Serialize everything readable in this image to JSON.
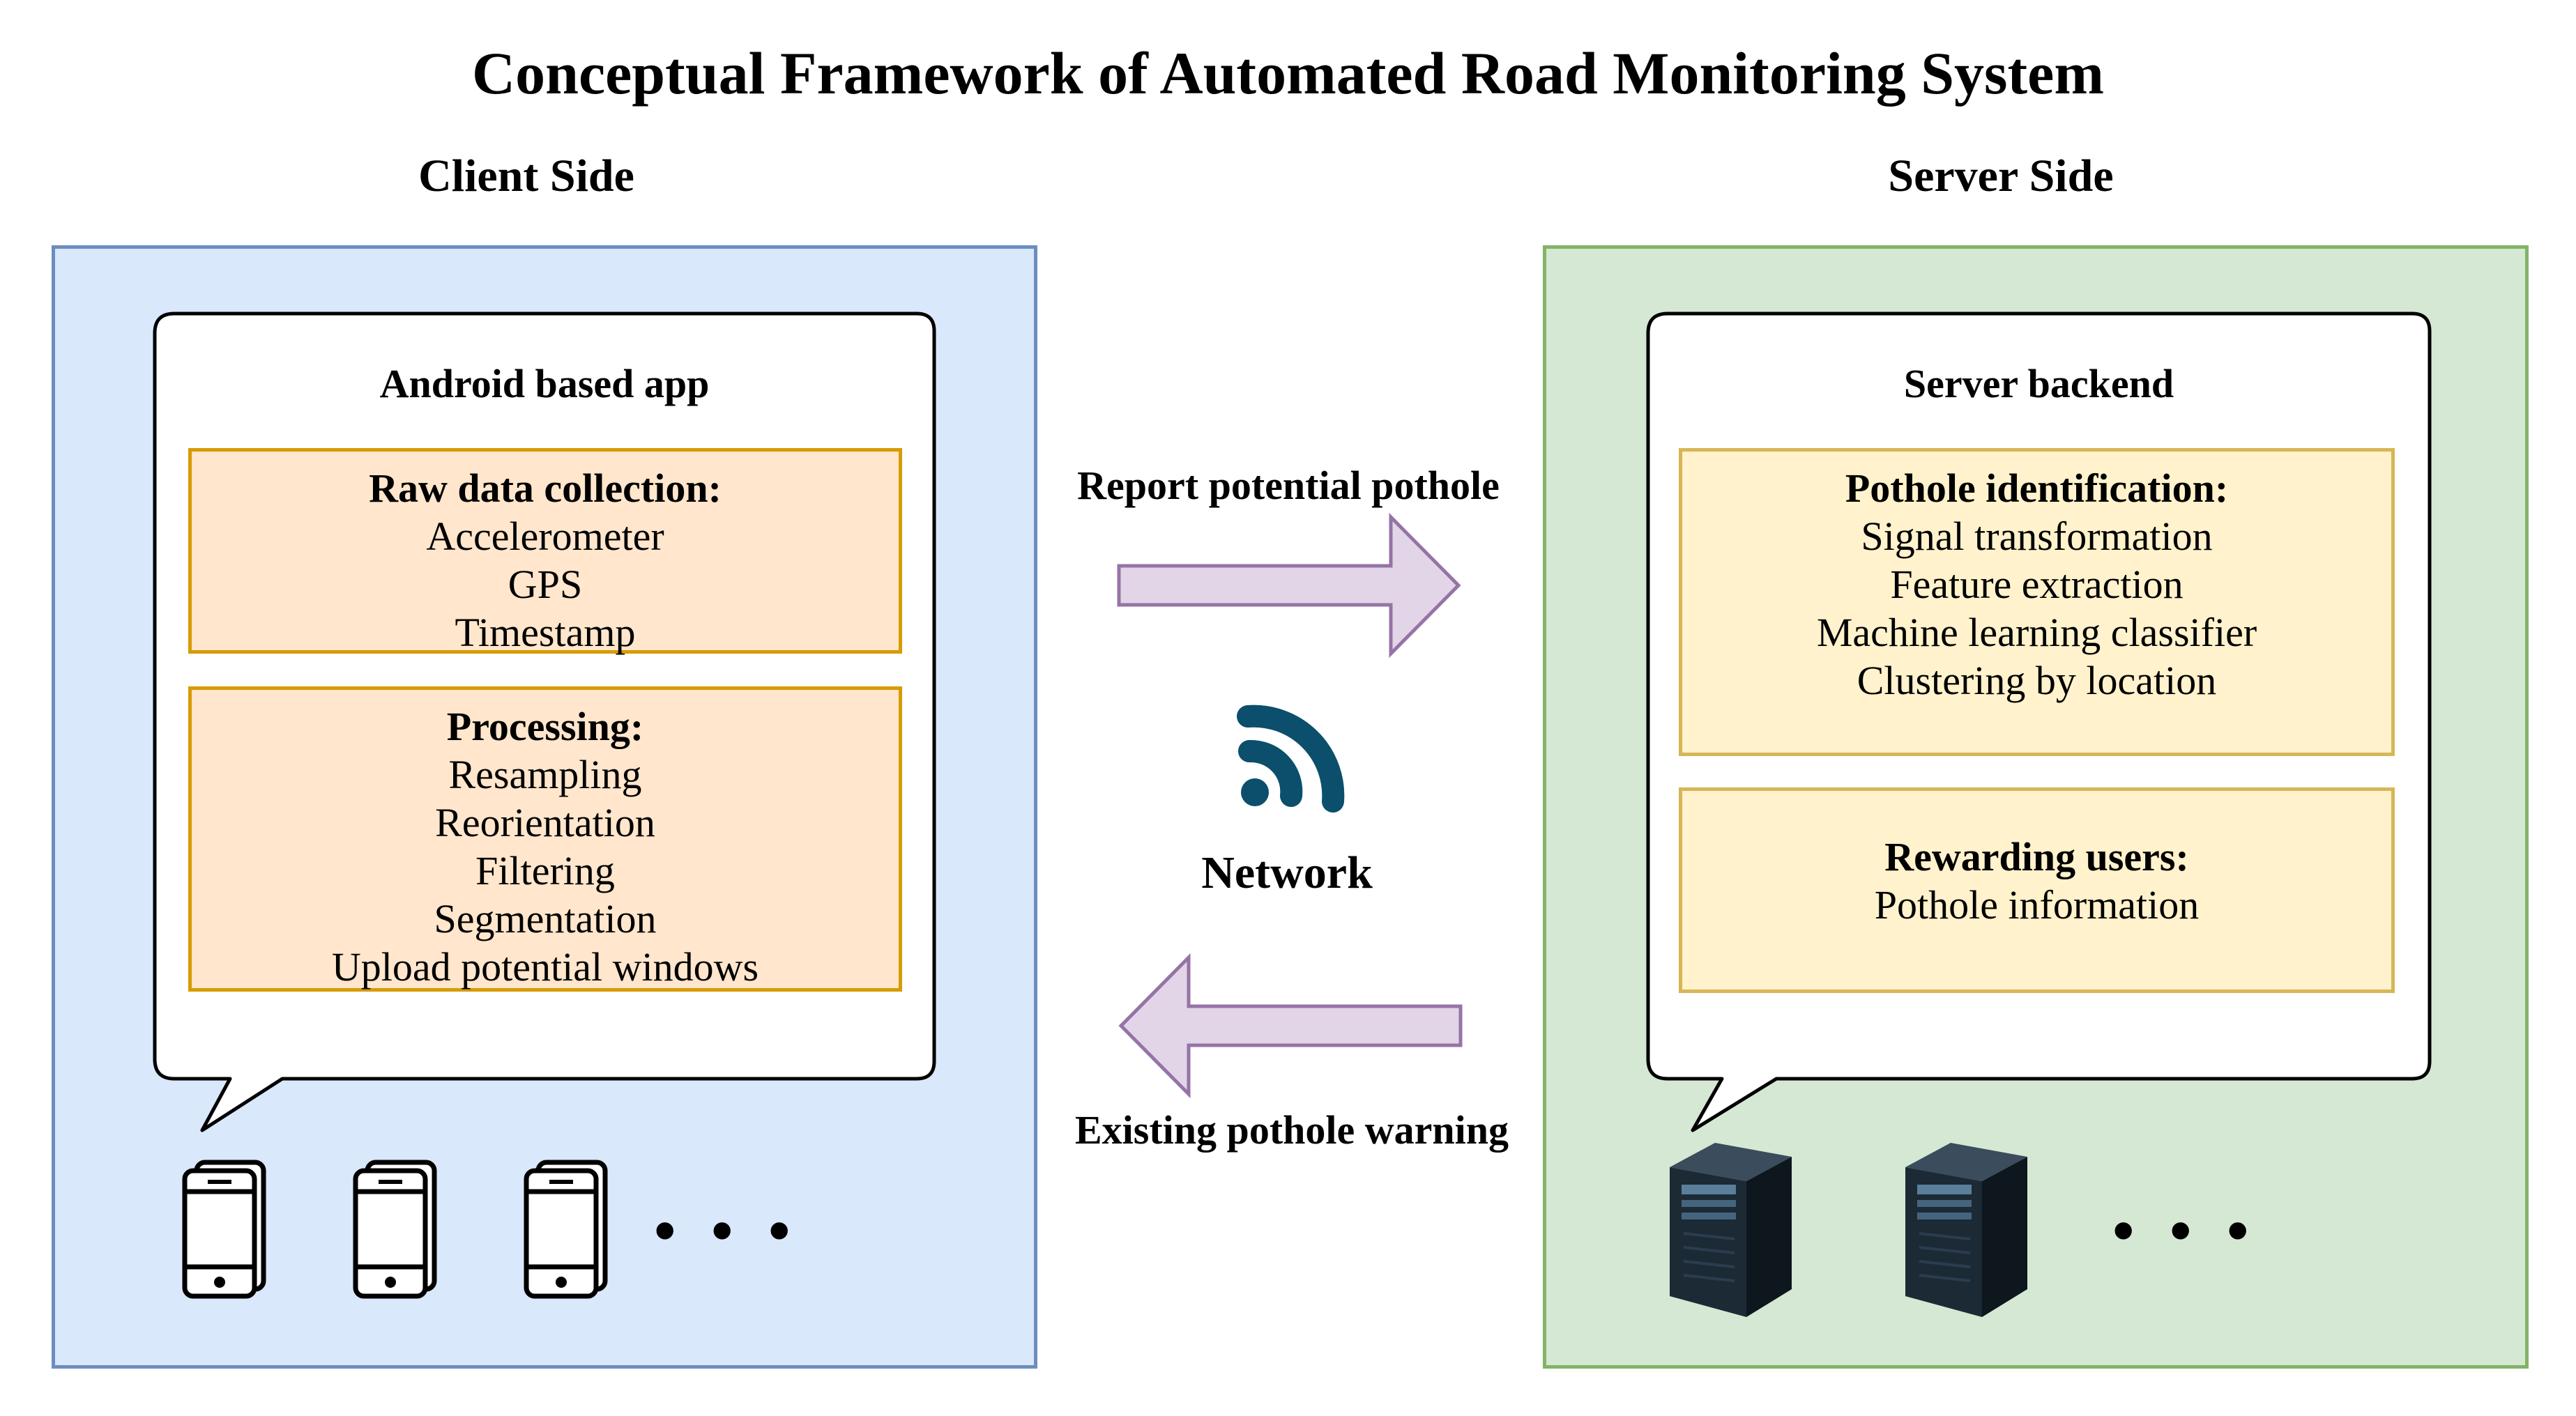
{
  "title": "Conceptual Framework of Automated Road Monitoring System",
  "client": {
    "heading": "Client Side",
    "bubble_title": "Android based app",
    "raw_box": {
      "header": "Raw data collection:",
      "items": [
        "Accelerometer",
        "GPS",
        "Timestamp"
      ]
    },
    "proc_box": {
      "header": "Processing:",
      "items": [
        "Resampling",
        "Reorientation",
        "Filtering",
        "Segmentation",
        "Upload potential windows"
      ]
    },
    "devices": [
      "smartphone-icon",
      "smartphone-icon",
      "smartphone-icon"
    ],
    "ellipsis": "• • •"
  },
  "server": {
    "heading": "Server Side",
    "bubble_title": "Server backend",
    "pothole_box": {
      "header": "Pothole identification:",
      "items": [
        "Signal transformation",
        "Feature extraction",
        "Machine learning classifier",
        "Clustering by location"
      ]
    },
    "reward_box": {
      "header": "Rewarding users:",
      "items": [
        "Pothole information"
      ]
    },
    "devices": [
      "server-tower-icon",
      "server-tower-icon"
    ],
    "ellipsis": "• • •"
  },
  "network": {
    "label": "Network",
    "icon": "wifi-signal-icon",
    "report_label": "Report potential pothole",
    "warning_label": "Existing pothole warning"
  },
  "colors": {
    "client_fill": "#dae8fc",
    "client_border": "#6c8ebf",
    "server_fill": "#d5e8d4",
    "server_border": "#82b366",
    "orange_fill": "#ffe6cc",
    "orange_border": "#d79b00",
    "yellow_fill": "#fff2cc",
    "yellow_border": "#d6b656",
    "arrow_fill": "#e1d5e7",
    "arrow_border": "#9673a6",
    "network_icon": "#0b4f6c"
  }
}
